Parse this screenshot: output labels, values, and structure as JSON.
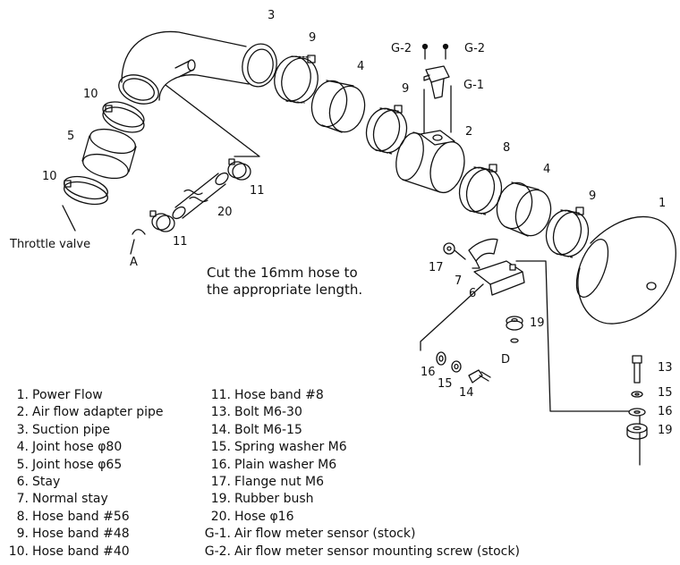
{
  "callouts": {
    "c3": "3",
    "c9a": "9",
    "c4a": "4",
    "c9b": "9",
    "cG2a": "G-2",
    "cG2b": "G-2",
    "cG1": "G-1",
    "c10a": "10",
    "c5": "5",
    "c10b": "10",
    "c2": "2",
    "c8": "8",
    "c4b": "4",
    "c9c": "9",
    "c1": "1",
    "c11a": "11",
    "c11b": "11",
    "c20": "20",
    "cA": "A",
    "c17": "17",
    "c7": "7",
    "c6": "6",
    "c19a": "19",
    "cD": "D",
    "c16a": "16",
    "c15a": "15",
    "c14": "14",
    "c13": "13",
    "c15b": "15",
    "c16b": "16",
    "c19b": "19"
  },
  "throttle_label": "Throttle valve",
  "note": "Cut the 16mm hose to\nthe appropriate length.",
  "parts_left": [
    {
      "num": "1.",
      "name": "Power Flow"
    },
    {
      "num": "2.",
      "name": "Air flow adapter pipe"
    },
    {
      "num": "3.",
      "name": "Suction pipe"
    },
    {
      "num": "4.",
      "name": "Joint hose  φ80"
    },
    {
      "num": "5.",
      "name": "Joint hose  φ65"
    },
    {
      "num": "6.",
      "name": "Stay"
    },
    {
      "num": "7.",
      "name": "Normal stay"
    },
    {
      "num": "8.",
      "name": "Hose band  #56"
    },
    {
      "num": "9.",
      "name": "Hose band  #48"
    },
    {
      "num": "10.",
      "name": "Hose band  #40"
    }
  ],
  "parts_right": [
    {
      "num": "11.",
      "name": "Hose band  #8"
    },
    {
      "num": "13.",
      "name": "Bolt  M6-30"
    },
    {
      "num": "14.",
      "name": "Bolt  M6-15"
    },
    {
      "num": "15.",
      "name": "Spring washer  M6"
    },
    {
      "num": "16.",
      "name": "Plain washer  M6"
    },
    {
      "num": "17.",
      "name": "Flange nut  M6"
    },
    {
      "num": "19.",
      "name": "Rubber bush"
    },
    {
      "num": "20.",
      "name": "Hose  φ16"
    },
    {
      "num": "G-1.",
      "name": "Air flow meter sensor (stock)"
    },
    {
      "num": "G-2.",
      "name": "Air flow meter sensor mounting screw (stock)"
    }
  ]
}
